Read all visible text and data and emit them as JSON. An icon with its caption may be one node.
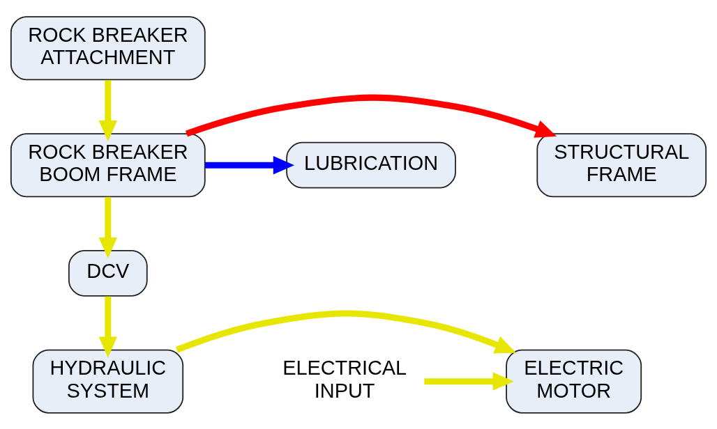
{
  "diagram": {
    "nodes": [
      {
        "text": [
          "ROCK BREAKER ATTACHMENT"
        ]
      },
      {
        "text": [
          "ROCK BREAKER BOOM FRAME"
        ]
      },
      {
        "text": [
          "STRUCTURAL FRAME"
        ]
      },
      {
        "text": [
          "LUBRICATION"
        ]
      },
      {
        "text": [
          "DCV"
        ]
      },
      {
        "text": [
          "HYDRAULIC SYSTEM"
        ]
      },
      {
        "text": [
          "ELECTRIC MOTOR"
        ]
      },
      {
        "text": [
          "ELECTRICAL INPUT"
        ]
      }
    ],
    "edges": [
      {
        "from": 0,
        "to": 1,
        "arrow": "to"
      },
      {
        "from": 1,
        "to": 2,
        "arrow": "to",
        "color": "#ff0000"
      },
      {
        "from": 1,
        "to": 3,
        "arrow": "to",
        "color": "#0000ff"
      },
      {
        "from": 1,
        "to": 4,
        "arrow": "to"
      },
      {
        "from": 4,
        "to": 5,
        "arrow": "to"
      },
      {
        "from": 5,
        "to": 6,
        "arrow": "to"
      },
      {
        "from": 7,
        "to": 6,
        "arrow": "to"
      }
    ]
  }
}
